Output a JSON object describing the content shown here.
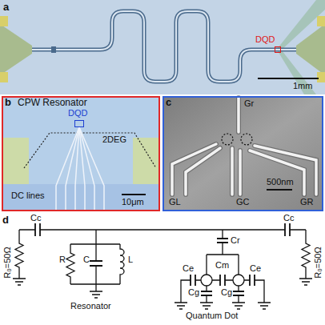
{
  "diagram": {
    "nodes": [
      {
        "text": [
          "a",
          "1mm"
        ]
      },
      {
        "text": [
          "DQD"
        ],
        "in": 0
      },
      {
        "text": [
          "b",
          "CPW Resonator",
          "2DEG",
          "DC lines",
          "10μm"
        ]
      },
      {
        "text": [
          "DQD"
        ],
        "in": 2
      },
      {
        "text": [
          "c",
          "Gr",
          "GL",
          "GC",
          "GR",
          "500nm"
        ]
      }
    ],
    "labels": [
      "d",
      "Cc",
      "R₀=50Ω",
      "R",
      "C",
      "L",
      "Resonator",
      "Cr",
      "Ce",
      "Cm",
      "Ce",
      "Cg",
      "Cg",
      "Quantum Dot",
      "Cc",
      "R₀=50Ω"
    ]
  }
}
